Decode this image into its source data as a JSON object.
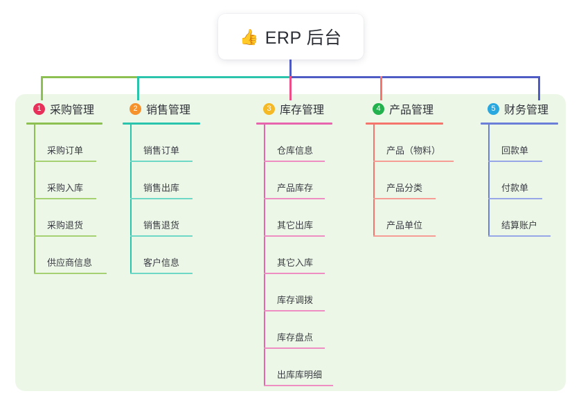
{
  "diagram": {
    "title": "ERP 后台",
    "root": {
      "icon": "thumbs-up-icon",
      "glyph": "👍",
      "label": "ERP 后台"
    },
    "panel_color": "#edf7e8",
    "canvas_background": "#ffffff",
    "trunk_color": "#4f5bc4",
    "columns": [
      {
        "number": "1",
        "title": "采购管理",
        "badge_color": "#e8315a",
        "line_color": "#8cc152",
        "drop_color": "#8cc152",
        "items": [
          "采购订单",
          "采购入库",
          "采购退货",
          "供应商信息"
        ]
      },
      {
        "number": "2",
        "title": "销售管理",
        "badge_color": "#f6922c",
        "line_color": "#2ac4ad",
        "drop_color": "#2ac4ad",
        "items": [
          "销售订单",
          "销售出库",
          "销售退货",
          "客户信息"
        ]
      },
      {
        "number": "3",
        "title": "库存管理",
        "badge_color": "#f5b925",
        "line_color": "#e665ad",
        "drop_color": "#ec4d87",
        "items": [
          "仓库信息",
          "产品库存",
          "其它出库",
          "其它入库",
          "库存调拨",
          "库存盘点",
          "出库库明细"
        ]
      },
      {
        "number": "4",
        "title": "产品管理",
        "badge_color": "#22b14c",
        "line_color": "#f5746c",
        "drop_color": "#f5746c",
        "items": [
          "产品（物料）",
          "产品分类",
          "产品单位"
        ]
      },
      {
        "number": "5",
        "title": "财务管理",
        "badge_color": "#29a8e0",
        "line_color": "#6c7fd8",
        "drop_color": "#4f5bc4",
        "items": [
          "回款单",
          "付款单",
          "结算账户"
        ]
      }
    ],
    "bus_segments": [
      {
        "name": "bus-segment-green",
        "color": "#8cc152"
      },
      {
        "name": "bus-segment-teal",
        "color": "#2ac4ad"
      },
      {
        "name": "bus-segment-blue",
        "color": "#4f5bc4"
      }
    ]
  }
}
